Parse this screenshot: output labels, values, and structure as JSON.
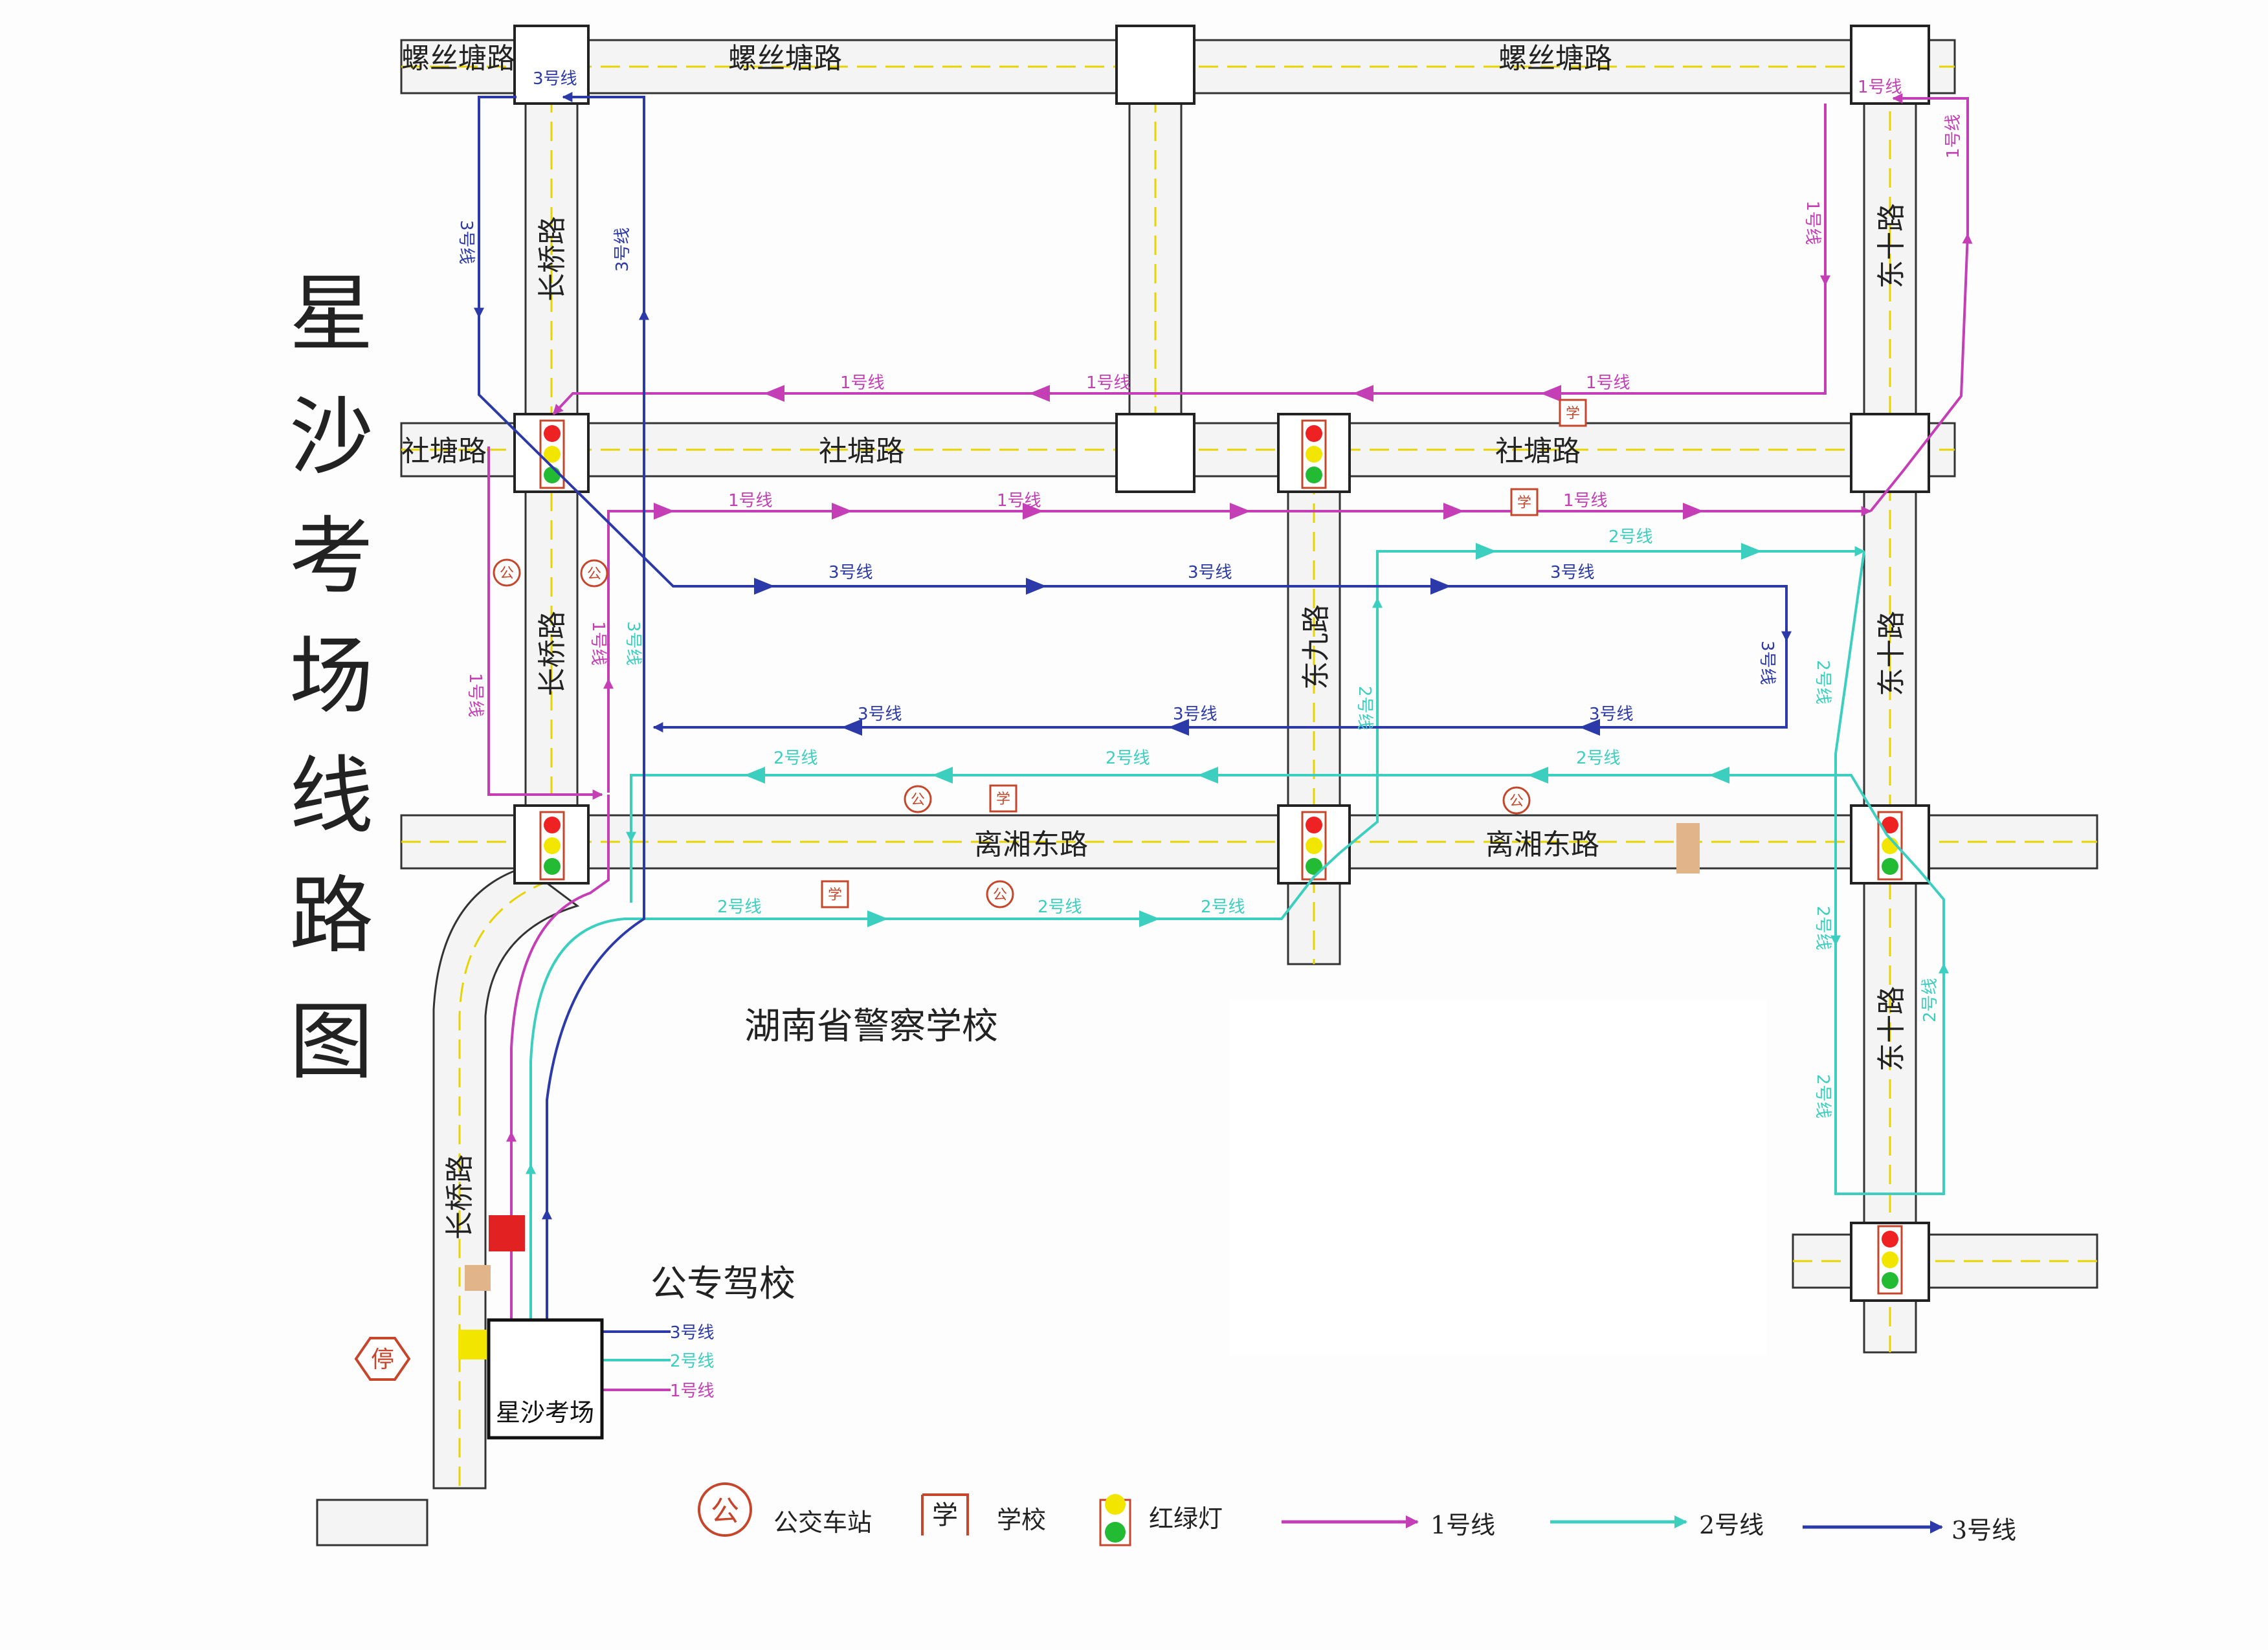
{
  "title_chars": [
    "星",
    "沙",
    "考",
    "场",
    "线",
    "路",
    "图"
  ],
  "roads": {
    "luositang_1": "螺丝塘路",
    "luositang_2": "螺丝塘路",
    "luositang_3": "螺丝塘路",
    "shetang_1": "社塘路",
    "shetang_2": "社塘路",
    "shetang_3": "社塘路",
    "lixiang_1": "离湘东路",
    "lixiang_2": "离湘东路",
    "changqiao_1": "长桥路",
    "changqiao_2": "长桥路",
    "changqiao_3": "长桥路",
    "dongjiu": "东九路",
    "dongshi_1": "东十路",
    "dongshi_2": "东十路",
    "dongshi_3": "东十路"
  },
  "places": {
    "police_school": "湖南省警察学校",
    "driving_school": "公专驾校",
    "exam_site": "星沙考场"
  },
  "symbols": {
    "bus": "公",
    "school": "学",
    "stop": "停"
  },
  "route_labels": {
    "line1": "1号线",
    "line2": "2号线",
    "line3": "3号线"
  },
  "legend": {
    "bus_label": "公交车站",
    "school_label": "学校",
    "light_label": "红绿灯",
    "line1_label": "1号线",
    "line2_label": "2号线",
    "line3_label": "3号线"
  },
  "colors": {
    "line1": "#c43fb6",
    "line2": "#3ccfc0",
    "line3": "#2b3aa8",
    "road_line": "#e6d400",
    "light_red": "#ee2222",
    "light_yellow": "#f2e600",
    "light_green": "#22bb33",
    "bus_circle": "#c5462b",
    "school_box": "#c5462b"
  }
}
